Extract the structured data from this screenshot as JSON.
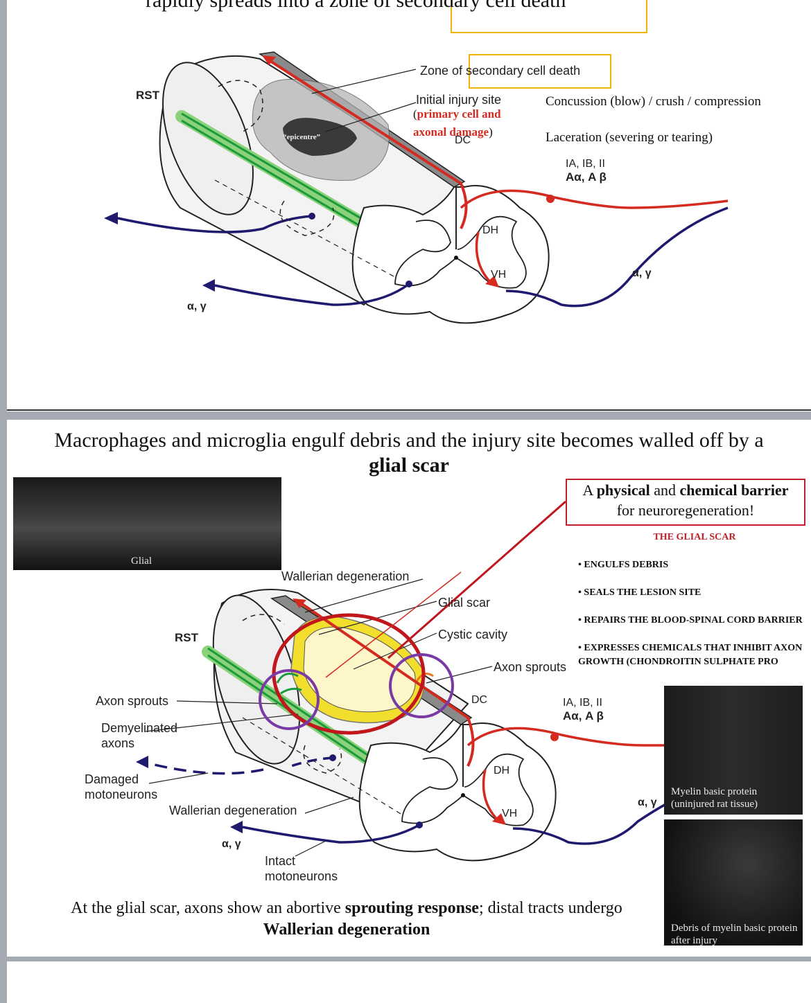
{
  "slide1": {
    "title_partial": "rapidly spreads into a zone of secondary cell death",
    "labels": {
      "rst": "RST",
      "zone": "Zone of secondary cell death",
      "initial": "Initial injury site",
      "primary_open": "(",
      "primary": "primary cell and axonal damage",
      "primary_close": ")",
      "epicentre": "“epicentre”",
      "dc": "DC",
      "dh": "DH",
      "vh": "VH",
      "fibers": "IA, IB, II",
      "fibers2": "Aα, A β",
      "ag1": "α, γ",
      "ag2": "α, γ"
    },
    "mechanisms": [
      "Concussion (blow) / crush / compression",
      "Laceration (severing or tearing)"
    ]
  },
  "slide2": {
    "title_line1": "Macrophages and microglia engulf debris and the injury site becomes walled off by a",
    "title_line2": "glial scar",
    "barrier": {
      "a": "A ",
      "physical": "physical",
      "and": " and ",
      "chemical": "chemical barrier",
      "line2": "for neuroregeneration!"
    },
    "scar_heading": "THE GLIAL SCAR",
    "scar_items": [
      "• ENGULFS DEBRIS",
      "• SEALS THE LESION SITE",
      "• REPAIRS THE BLOOD-SPINAL CORD BARRIER",
      "• EXPRESSES CHEMICALS THAT INHIBIT AXON GROWTH (CHONDROITIN SULPHATE PRO"
    ],
    "micro_top_caption": "Glial",
    "micro_right1_caption": "Myelin basic protein (uninjured rat tissue)",
    "micro_right2_caption": "Debris of myelin basic protein after injury",
    "labels": {
      "wallerian_top": "Wallerian degeneration",
      "glial_scar": "Glial scar",
      "cystic": "Cystic cavity",
      "axon_sprouts_right": "Axon sprouts",
      "rst": "RST",
      "dc": "DC",
      "fibers": "IA, IB, II",
      "fibers2": "Aα, A β",
      "axon_sprouts_left": "Axon sprouts",
      "demyelinated1": "Demyelinated",
      "demyelinated2": "axons",
      "damaged1": "Damaged",
      "damaged2": "motoneurons",
      "wallerian_bottom": "Wallerian degeneration",
      "dh": "DH",
      "vh": "VH",
      "ag1": "α, γ",
      "ag2": "α, γ",
      "intact1": "Intact",
      "intact2": "motoneurons"
    },
    "bottom": {
      "p1": "At the glial scar, axons show an abortive ",
      "b1": "sprouting response",
      "p2": "; distal tracts undergo ",
      "b2": "Wallerian degeneration"
    }
  },
  "colors": {
    "red": "#d42a20",
    "navy": "#1f1a6e",
    "green": "#1a9a3c",
    "yellow_box": "#f0b400",
    "scar_ring": "#c0161c",
    "purple": "#7a3aa6"
  }
}
